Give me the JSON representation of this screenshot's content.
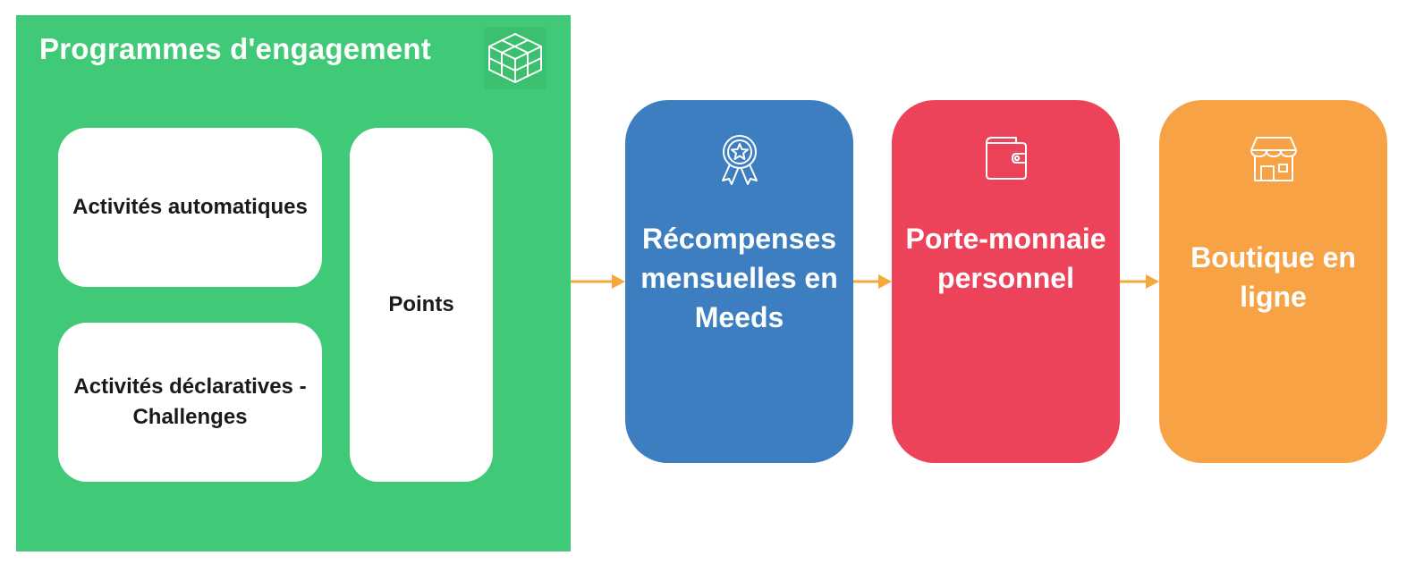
{
  "diagram": {
    "group": {
      "title": "Programmes d'engagement",
      "icon": "cube-grid-icon",
      "color": "#40c977",
      "items": [
        {
          "label": "Activités automatiques"
        },
        {
          "label": "Activités déclaratives - Challenges"
        },
        {
          "label": "Points"
        }
      ]
    },
    "steps": [
      {
        "label": "Récompenses mensuelles en Meeds",
        "icon": "award-ribbon-icon",
        "color": "#3d7ec0"
      },
      {
        "label": "Porte-monnaie personnel",
        "icon": "wallet-icon",
        "color": "#ec435b"
      },
      {
        "label": "Boutique en ligne",
        "icon": "storefront-icon",
        "color": "#f7a345"
      }
    ],
    "arrow_color": "#f5a93a"
  }
}
